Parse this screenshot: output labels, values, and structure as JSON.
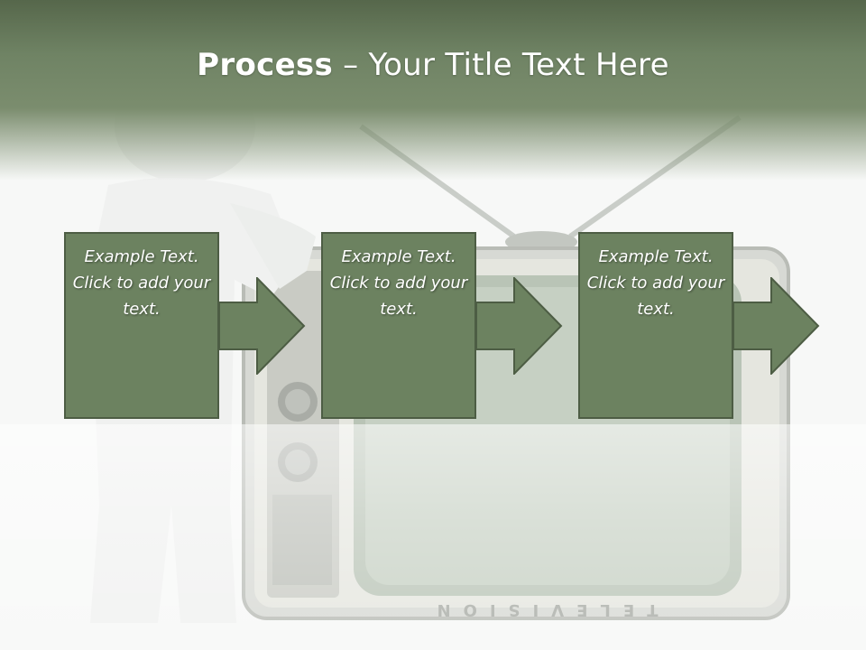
{
  "slide": {
    "title_bold": "Process",
    "title_rest": " – Your Title Text Here"
  },
  "steps": [
    {
      "text": "Example Text. Click to add your text."
    },
    {
      "text": "Example Text. Click to add your text."
    },
    {
      "text": "Example Text. Click to add your text."
    }
  ],
  "colors": {
    "header": "#6f8364",
    "box_fill": "#6c8260",
    "box_border": "#4d5d44",
    "text": "#ffffff"
  },
  "decor": {
    "tv_label": "TELEVISION"
  }
}
